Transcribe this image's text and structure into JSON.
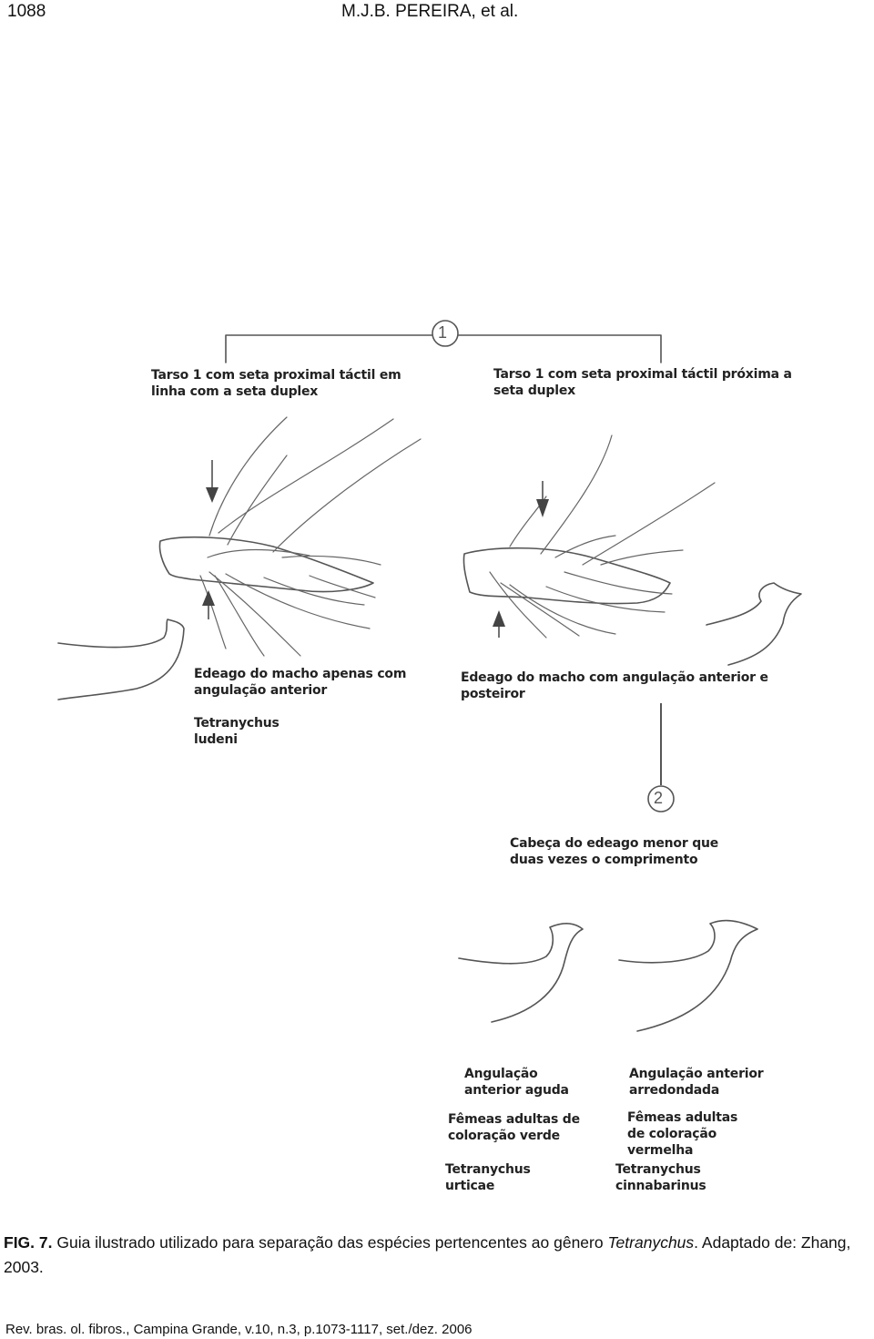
{
  "header": {
    "page_number": "1088",
    "running_title": "M.J.B. PEREIRA, et al."
  },
  "figure": {
    "step_1": "1",
    "step_2": "2",
    "left_branch": "Tarso 1 com seta proximal táctil em\nlinha com a seta duplex",
    "right_branch": "Tarso 1 com seta proximal táctil próxima a\nseta duplex",
    "left_aedeagus": "Edeago do macho apenas com\nangulação anterior",
    "left_species": "Tetranychus\nludeni",
    "right_aedeagus": "Edeago do macho com angulação anterior e\nposteiror",
    "step2_text": "Cabeça do edeago menor que\nduas vezes o comprimento",
    "urticae_angle": "Angulação\nanterior aguda",
    "urticae_female": "Fêmeas adultas de\ncoloração verde",
    "urticae_species": "Tetranychus\nurticae",
    "cinna_angle": "Angulação anterior\narredondada",
    "cinna_female": "Fêmeas adultas\nde coloração\nvermelha",
    "cinna_species": "Tetranychus\ncinnabarinus"
  },
  "caption": {
    "label": "FIG. 7.",
    "text_a": " Guia ilustrado utilizado para separação das espécies pertencentes ao gênero ",
    "genus": "Tetranychus",
    "text_b": ". Adaptado de: Zhang, 2003."
  },
  "footer": {
    "citation": "Rev. bras. ol. fibros., Campina Grande, v.10, n.3, p.1073-1117, set./dez. 2006"
  }
}
